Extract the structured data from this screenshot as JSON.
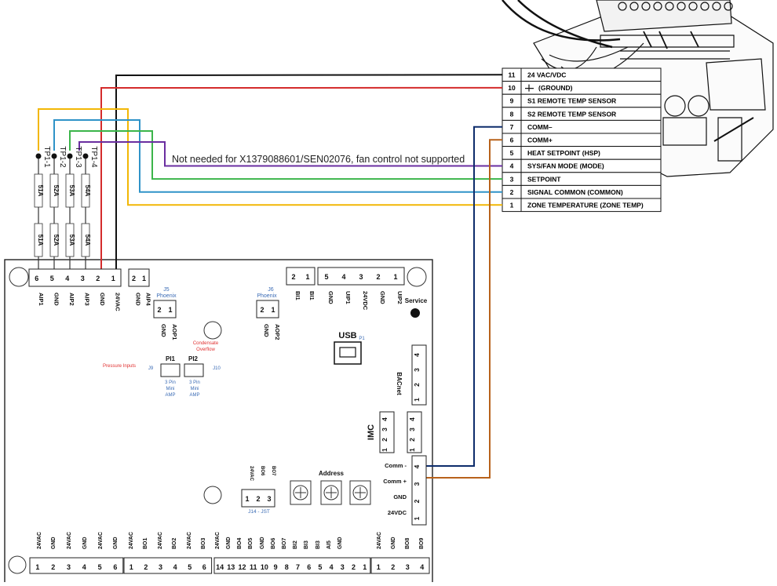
{
  "note": "Not needed for X1379088601/SEN02076, fan control not supported",
  "sensor_table": [
    {
      "num": "11",
      "label": "24 VAC/VDC"
    },
    {
      "num": "10",
      "label": "(GROUND)"
    },
    {
      "num": "9",
      "label": "S1 REMOTE TEMP SENSOR"
    },
    {
      "num": "8",
      "label": "S2 REMOTE TEMP SENSOR"
    },
    {
      "num": "7",
      "label": "COMM–"
    },
    {
      "num": "6",
      "label": "COMM+"
    },
    {
      "num": "5",
      "label": "HEAT SETPOINT (HSP)"
    },
    {
      "num": "4",
      "label": "SYS/FAN MODE (MODE)"
    },
    {
      "num": "3",
      "label": "SETPOINT"
    },
    {
      "num": "2",
      "label": "SIGNAL COMMON (COMMON)"
    },
    {
      "num": "1",
      "label": "ZONE TEMPERATURE (ZONE TEMP)"
    }
  ],
  "tp_labels": [
    "TP1-1",
    "TP1-2",
    "TP1-3",
    "TP1-4"
  ],
  "wire_tags": [
    "51A",
    "52A",
    "53A",
    "54A"
  ],
  "board": {
    "top_left_pins": [
      "6",
      "5",
      "4",
      "3",
      "2",
      "1"
    ],
    "top_left_labels": [
      "AIP1",
      "GND",
      "AIP2",
      "AIP3",
      "GND",
      "24VAC"
    ],
    "aip4_pins": [
      "2",
      "1"
    ],
    "aip4_labels": [
      "GND",
      "AIP4"
    ],
    "j5_title": "J5",
    "j5_sub": "Phoenix",
    "j5_pins": [
      "2",
      "1"
    ],
    "j5_labels": [
      "GND",
      "AOP1"
    ],
    "j6_title": "J6",
    "j6_sub": "Phoenix",
    "j6_pins": [
      "2",
      "1"
    ],
    "j6_labels": [
      "GND",
      "AOP2"
    ],
    "bi_pins": [
      "2",
      "1"
    ],
    "bi_labels": [
      "BI1",
      "BI1"
    ],
    "upi_pins": [
      "5",
      "4",
      "3",
      "2",
      "1"
    ],
    "upi_labels": [
      "GND",
      "UIP1",
      "24VDC",
      "GND",
      "UIP2"
    ],
    "service": "Service",
    "usb": "USB",
    "usb_sub": "P1",
    "condensate": "Condensate\nOverflow",
    "pressure_inputs": "Pressure Inputs",
    "pi1": "PI1",
    "pi2": "PI2",
    "j9": "J9",
    "j10": "J10",
    "mini_amp": "3 Pin\nMini\nAMP",
    "bacnet": "BACnet",
    "bacnet_pins": [
      "4",
      "3",
      "2",
      "1"
    ],
    "imc": "IMC",
    "imc_pins": [
      "4",
      "3",
      "2",
      "1"
    ],
    "side_pins": [
      "4",
      "3",
      "2",
      "1"
    ],
    "comm_pins": [
      "4",
      "3",
      "2",
      "1"
    ],
    "comm_labels": [
      "Comm -",
      "Comm +",
      "GND",
      "24VDC"
    ],
    "address": "Address",
    "j14_pins": [
      "1",
      "2",
      "3"
    ],
    "j14_labels": [
      "24VAC",
      "BO6",
      "BO7"
    ],
    "j14_name": "J14 - JST",
    "bottom_labels": [
      "24VAC",
      "GND",
      "24VAC",
      "GND",
      "24VAC",
      "GND",
      "24VAC",
      "BO1",
      "24VAC",
      "BO2",
      "24VAC",
      "BO3",
      "24VAC",
      "GND",
      "BO4",
      "BO5",
      "GND",
      "BO6",
      "BO7",
      "BI2",
      "BI3",
      "BI3",
      "AI5",
      "GND",
      "24VAC",
      "GND",
      "BO8",
      "BO9"
    ],
    "bottom_group1": [
      "1",
      "2",
      "3",
      "4",
      "5",
      "6"
    ],
    "bottom_group2": [
      "1",
      "2",
      "3",
      "4",
      "5",
      "6"
    ],
    "bottom_group3": [
      "14",
      "13",
      "12",
      "11",
      "10",
      "9",
      "8",
      "7",
      "6",
      "5",
      "4",
      "3",
      "2",
      "1"
    ],
    "bottom_group4": [
      "1",
      "2",
      "3",
      "4"
    ]
  },
  "colors": {
    "black": "#111111",
    "red": "#d42b2b",
    "purple": "#6a2ea0",
    "green": "#3bb54a",
    "blue": "#2f93c8",
    "yellow": "#f2b705",
    "navy": "#0d2c6b",
    "brown": "#b8621b",
    "note_red": "#e03030",
    "note_blue": "#3a6bb5"
  }
}
